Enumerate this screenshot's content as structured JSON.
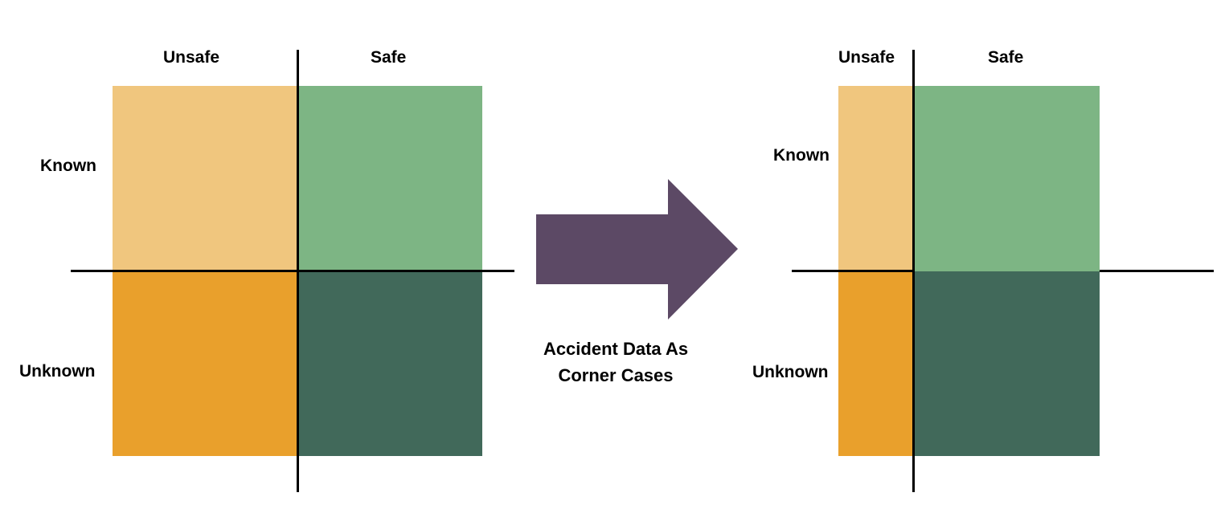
{
  "colors": {
    "known_unsafe": "#F0C67E",
    "known_safe": "#7DB584",
    "unknown_unsafe": "#E9A02C",
    "unknown_safe": "#41695A",
    "arrow": "#5C4965",
    "axis": "#000000"
  },
  "left_diagram": {
    "col_labels": [
      "Unsafe",
      "Safe"
    ],
    "row_labels": [
      "Known",
      "Unknown"
    ]
  },
  "arrow": {
    "caption_line1": "Accident Data As",
    "caption_line2": "Corner Cases",
    "icon": "right-arrow-icon"
  },
  "right_diagram": {
    "col_labels": [
      "Unsafe",
      "Safe"
    ],
    "row_labels": [
      "Known",
      "Unknown"
    ]
  }
}
